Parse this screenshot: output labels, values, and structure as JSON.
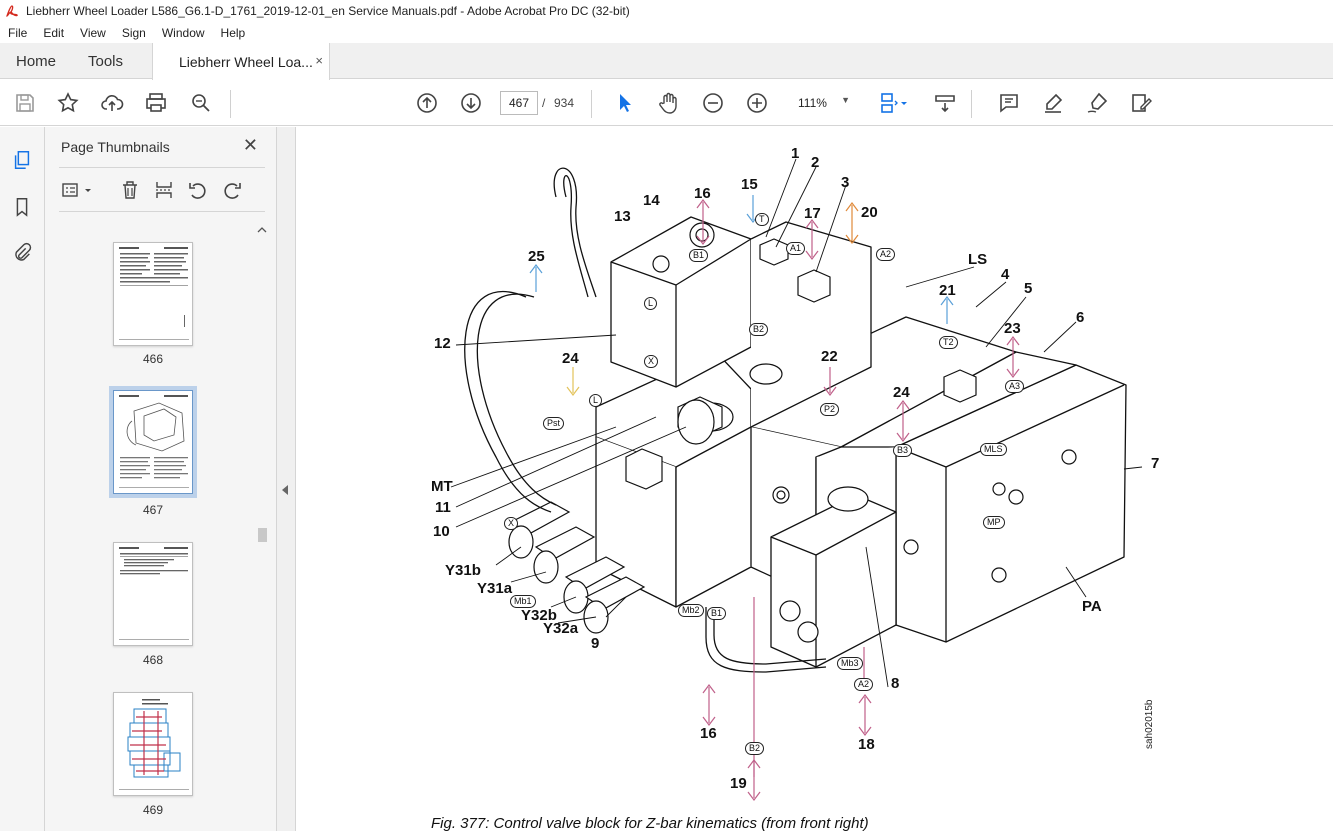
{
  "window": {
    "title": "Liebherr Wheel Loader L586_G6.1-D_1761_2019-12-01_en Service Manuals.pdf - Adobe Acrobat Pro DC (32-bit)"
  },
  "menu": [
    "File",
    "Edit",
    "View",
    "Sign",
    "Window",
    "Help"
  ],
  "tabs": {
    "home": "Home",
    "tools": "Tools",
    "document": "Liebherr Wheel Loa...",
    "close": "×"
  },
  "toolbar": {
    "current_page": "467",
    "page_separator": "/",
    "total_pages": "934",
    "zoom": "111%"
  },
  "panel": {
    "title": "Page Thumbnails",
    "close": "✕",
    "thumbnails": [
      {
        "label": "466",
        "selected": false
      },
      {
        "label": "467",
        "selected": true
      },
      {
        "label": "468",
        "selected": false
      },
      {
        "label": "469",
        "selected": false
      }
    ]
  },
  "document": {
    "caption": "Fig. 377: Control valve block for Z-bar kinematics (from front right)",
    "figure_id": "sah02015b",
    "callouts": [
      "1",
      "2",
      "3",
      "4",
      "5",
      "6",
      "7",
      "8",
      "9",
      "10",
      "11",
      "12",
      "13",
      "14",
      "15",
      "16",
      "17",
      "20",
      "LS",
      "21",
      "22",
      "23",
      "24",
      "25",
      "MT",
      "Y31b",
      "Y31a",
      "Y32b",
      "Y32a",
      "PA",
      "16",
      "18",
      "19",
      "24"
    ],
    "ports": [
      "B1",
      "T",
      "A1",
      "A2",
      "T2",
      "P2",
      "A3",
      "B3",
      "MLS",
      "MP",
      "Pst",
      "X",
      "L",
      "L",
      "B2",
      "Mb1",
      "Mb2",
      "B1",
      "Mb3",
      "A2",
      "B2",
      "X"
    ]
  },
  "colors": {
    "accent": "#1473e6",
    "arrow_pink": "#c0608a",
    "arrow_blue": "#5aa0d8",
    "arrow_orange": "#e08a3a",
    "arrow_yellow": "#e3c35a",
    "thumb_selected": "#bcd1ea"
  }
}
